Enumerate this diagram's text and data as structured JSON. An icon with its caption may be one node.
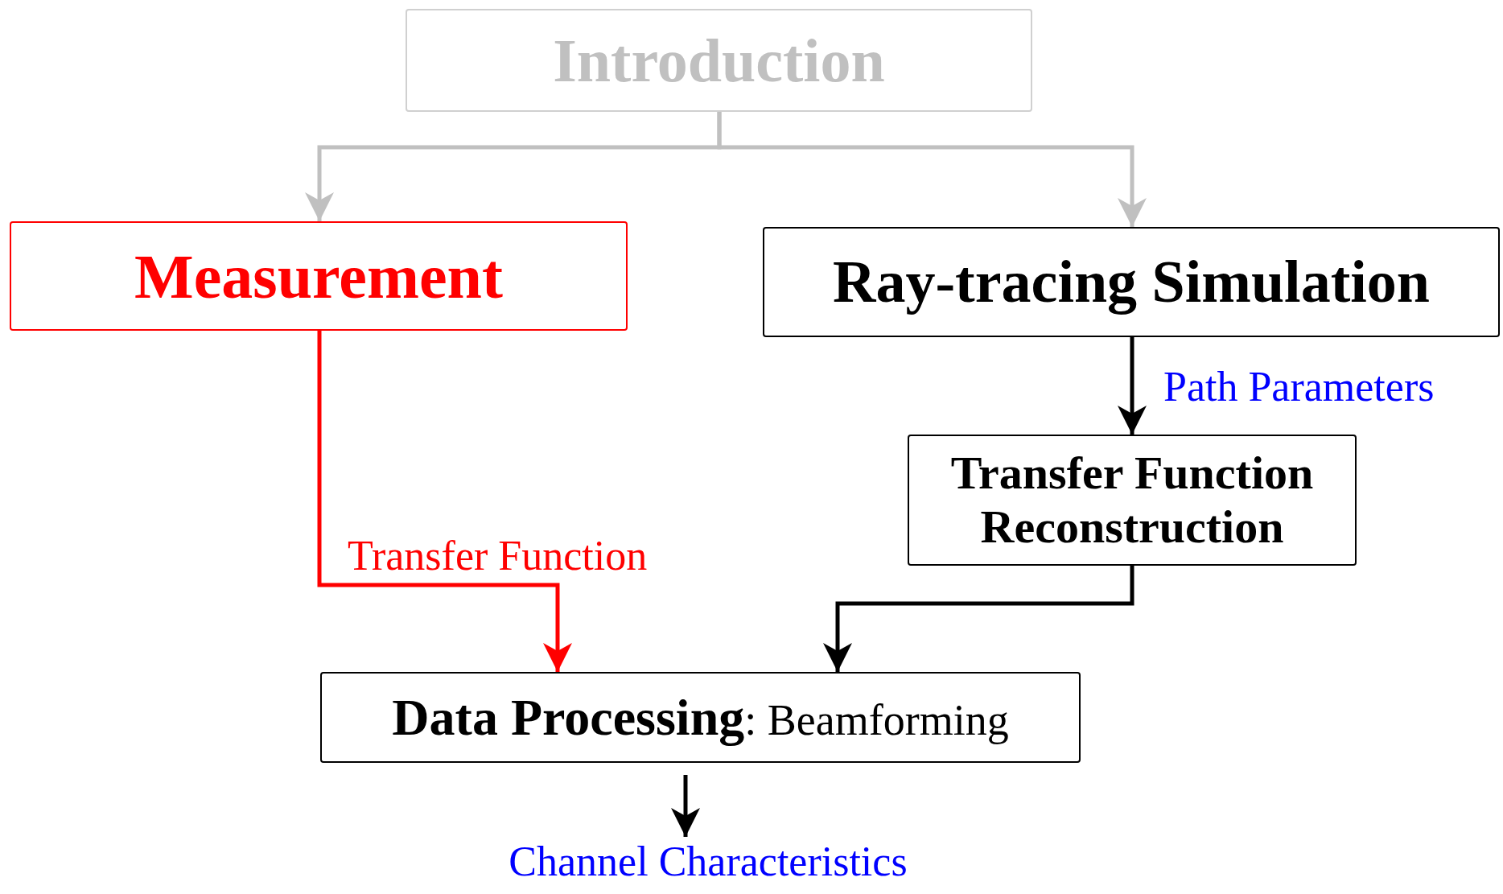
{
  "diagram": {
    "nodes": [
      {
        "text": [
          "Introduction"
        ]
      },
      {
        "text": [
          "Measurement"
        ]
      },
      {
        "text": [
          "Ray-tracing Simulation"
        ]
      },
      {
        "text": [
          "Transfer Function Reconstruction"
        ]
      },
      {
        "text": [
          "**Data Processing**: Beamforming"
        ]
      },
      {
        "text": [
          "Channel Characteristics"
        ]
      }
    ],
    "edges": [
      {
        "from": 0,
        "to": 1,
        "arrow": "to",
        "color": "#c0c0c0"
      },
      {
        "from": 0,
        "to": 2,
        "arrow": "to",
        "color": "#c0c0c0"
      },
      {
        "from": 1,
        "to": 4,
        "arrow": "to",
        "label": "Transfer Function",
        "color": "#ff0000"
      },
      {
        "from": 2,
        "to": 3,
        "arrow": "to",
        "label": "Path Parameters"
      },
      {
        "from": 3,
        "to": 4,
        "arrow": "to"
      },
      {
        "from": 4,
        "to": 5,
        "arrow": "to"
      }
    ]
  }
}
